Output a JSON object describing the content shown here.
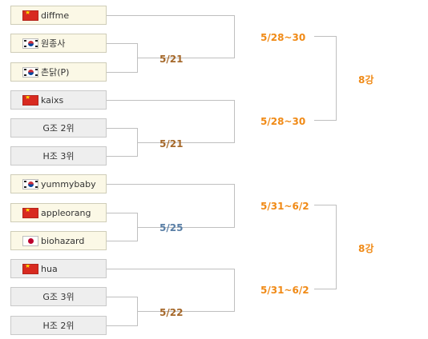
{
  "matches": [
    {
      "label": "5/21",
      "color": "#a5682a"
    },
    {
      "label": "5/21",
      "color": "#a5682a"
    },
    {
      "label": "5/25",
      "color": "#5a7fa6"
    },
    {
      "label": "5/22",
      "color": "#a5682a"
    }
  ],
  "round2": [
    {
      "label": "5/28~30"
    },
    {
      "label": "5/28~30"
    },
    {
      "label": "5/31~6/2"
    },
    {
      "label": "5/31~6/2"
    }
  ],
  "round3": [
    {
      "label": "8강"
    },
    {
      "label": "8강"
    }
  ],
  "slots": [
    {
      "name": "diffme",
      "flag": "china-flag-icon"
    },
    {
      "name": "원종사",
      "flag": "korea-flag-icon"
    },
    {
      "name": "촌닭(P)",
      "flag": "korea-flag-icon"
    },
    {
      "name": "kaixs",
      "flag": "china-flag-icon"
    },
    {
      "name": "G조 2위",
      "flag": ""
    },
    {
      "name": "H조 3위",
      "flag": ""
    },
    {
      "name": "yummybaby",
      "flag": "korea-flag-icon"
    },
    {
      "name": "appleorang",
      "flag": "china-flag-icon"
    },
    {
      "name": "biohazard",
      "flag": "japan-flag-icon"
    },
    {
      "name": "hua",
      "flag": "china-flag-icon"
    },
    {
      "name": "G조 3위",
      "flag": ""
    },
    {
      "name": "H조 2위",
      "flag": ""
    }
  ]
}
